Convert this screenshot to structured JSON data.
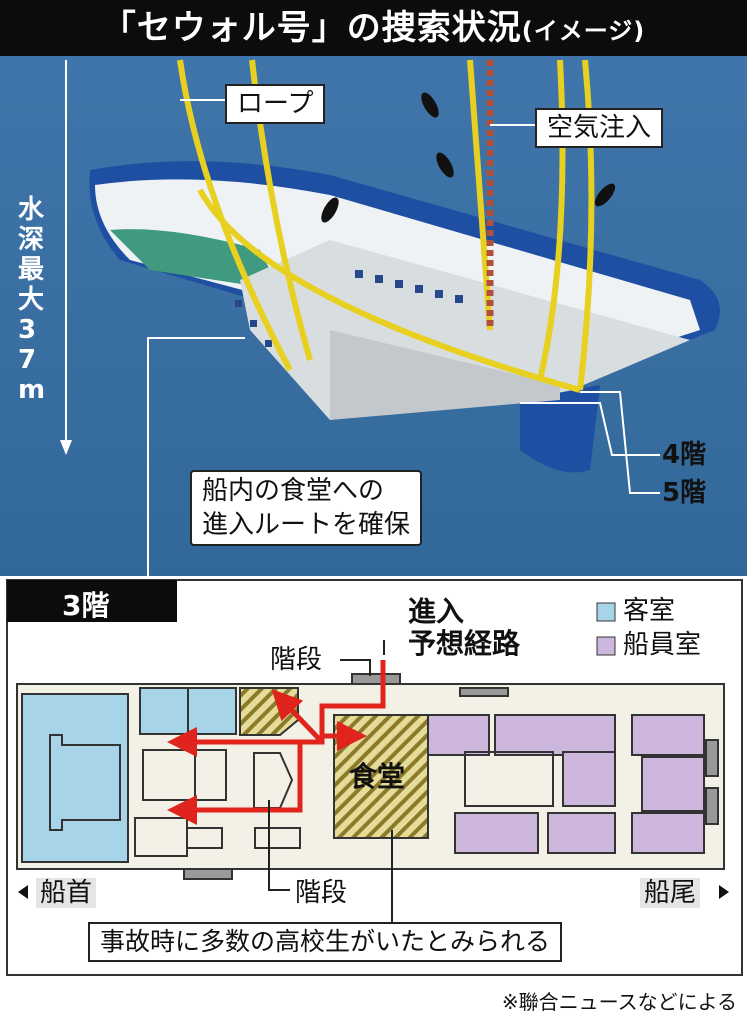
{
  "title": {
    "main": "「セウォル号」の捜索状況",
    "sub": "(イメージ)"
  },
  "scene": {
    "rope_label": "ロープ",
    "air_label": "空気注入",
    "depth_label": "水深最大37m",
    "deck4_label": "4階",
    "deck5_label": "5階",
    "route_note": [
      "船内の食堂への",
      "進入ルートを確保"
    ],
    "water_color": "#3b6fa3"
  },
  "plan": {
    "floor_label": "3階",
    "route_label": [
      "進入",
      "予想経路"
    ],
    "stairs_top_label": "階段",
    "stairs_bottom_label": "階段",
    "dining_label": "食堂",
    "bow_label": "船首",
    "stern_label": "船尾",
    "legend": [
      {
        "label": "客室",
        "color": "#a8d4ea"
      },
      {
        "label": "船員室",
        "color": "#cdb6dc"
      }
    ],
    "students_note": "事故時に多数の高校生がいたとみられる",
    "route_color": "#e0231c"
  },
  "source": "※聯合ニュースなどによる"
}
